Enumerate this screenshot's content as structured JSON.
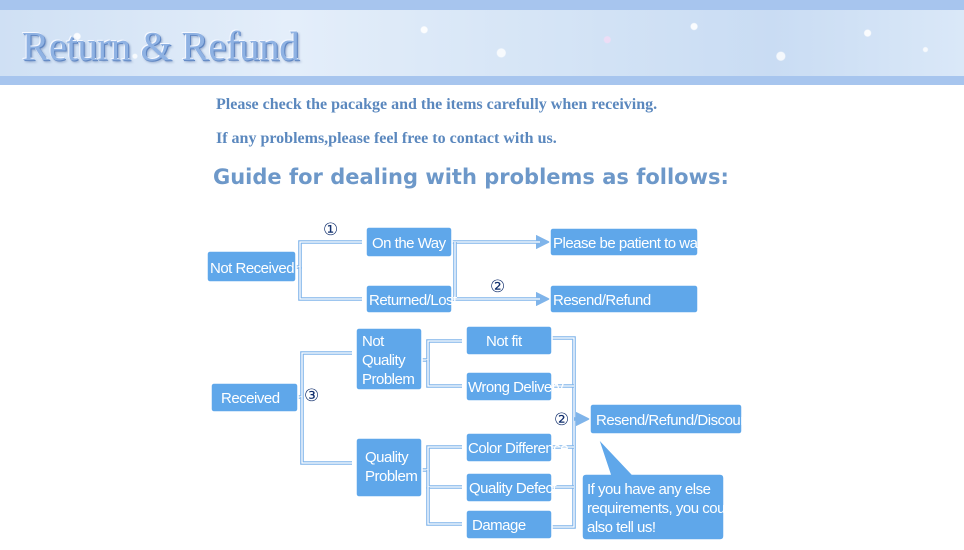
{
  "header": {
    "title": "Return & Refund"
  },
  "intro": {
    "line1": "Please check the pacakge and the items carefully when receiving.",
    "line2": "If any problems,please feel free to contact with us."
  },
  "guide_title": "Guide for dealing with problems as follows:",
  "flow": {
    "not_received": "Not Received",
    "on_the_way": "On the Way",
    "returned_lost": "Returned/Lost",
    "be_patient": "Please be patient to wait",
    "resend_refund": "Resend/Refund",
    "received": "Received",
    "not_quality_problem": [
      "Not",
      "Quality",
      "Problem"
    ],
    "quality_problem": [
      "Quality",
      "Problem"
    ],
    "not_fit": "Not fit",
    "wrong_delivery": "Wrong Delivery",
    "color_difference": "Color Difference",
    "quality_defect": "Quality Defect",
    "damage": "Damage",
    "resend_refund_discount": "Resend/Refund/Discount",
    "note": [
      "If you have any else",
      "requirements, you could",
      "also tell us!"
    ],
    "marker_1": "①",
    "marker_2": "②",
    "marker_3": "③"
  },
  "colors": {
    "box_fill": "#5fa7ea",
    "connector": "#7fb4ea",
    "text_blue": "#5b88be",
    "banner_strip": "#a7c5ee"
  }
}
